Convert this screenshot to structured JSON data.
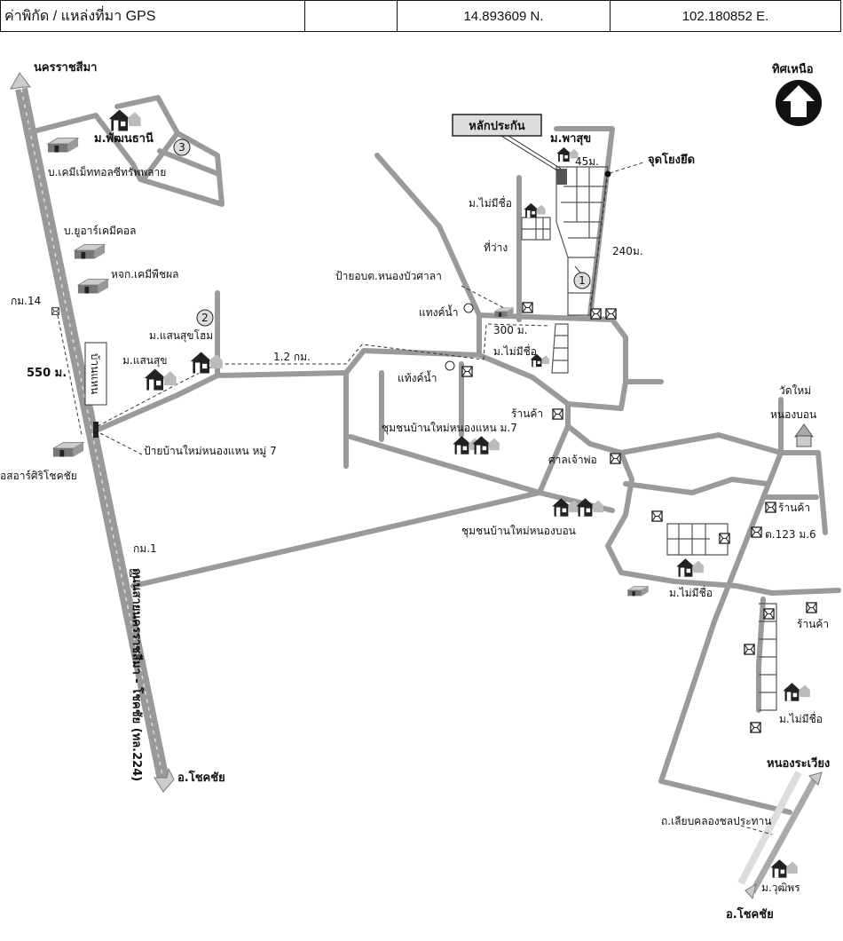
{
  "header": {
    "label": "ค่าพิกัด / แหล่งที่มา GPS",
    "empty": "",
    "latitude": "14.893609 N.",
    "longitude": "102.180852 E."
  },
  "map": {
    "north_label": "ทิศเหนือ",
    "collateral_label": "หลักประกัน",
    "highway_name": "ถนนสายนครราชสีมา - โชคชัย (ทล.224)",
    "to_north": "นครราชสีมา",
    "to_south": "อ.โชคชัย",
    "to_nongrawiang": "หนองระเวียง",
    "to_south_2": "อ.โชคชัย",
    "circles": [
      "1",
      "2",
      "3"
    ],
    "labels": {
      "pattana": "ม.พัฒนธานี",
      "chem_metal": "บ.เคมีเม็ททอลซีทรัพพลาย",
      "ur_chem": "บ.ยูอาร์เคมีคอล",
      "chem_plant": "หจก.เคมีพืชผล",
      "km14": "กม.14",
      "d550": "550 ม.",
      "sign_board": "บ้านแหน",
      "saensuk_home": "ม.แสนสุขโฮม",
      "saensuk": "ม.แสนสุข",
      "d1200": "1.2 กม.",
      "sign_village": "ป้ายบ้านใหม่หนองแหน หมู่ 7",
      "sr_sirichokchai": "อสอาร์ศิริโชคชัย",
      "km1": "กม.1",
      "pasuk": "ม.พาสุข",
      "d45": "45ม.",
      "anchor": "จุดโยงยึด",
      "noname1": "ม.ไม่มีชื่อ",
      "vacant": "ที่ว่าง",
      "d240": "240ม.",
      "sign_obt": "ป้ายอบต.หนองบัวศาลา",
      "water_tank1": "แทงค์น้ำ",
      "d300": "300 ม.",
      "noname2": "ม.ไม่มีชื่อ",
      "water_tank2": "แท้งค์น้ำ",
      "shop1": "ร้านค้า",
      "community_nonghaen": "ชุมชนบ้านใหม่หนองแหน ม.7",
      "shrine": "ศาลเจ้าพ่อ",
      "community_nongbon": "ชุมชนบ้านใหม่หนองบอน",
      "temple1": "วัดใหม่",
      "temple2": "หนองบอน",
      "shop2": "ร้านค้า",
      "t123": "ต.123 ม.6",
      "noname3": "ม.ไม่มีชื่อ",
      "shop3": "ร้านค้า",
      "noname4": "ม.ไม่มีชื่อ",
      "canal_road": "ถ.เลียบคลองชลประทาน",
      "wutiporn": "ม.วุฒิพร"
    }
  }
}
